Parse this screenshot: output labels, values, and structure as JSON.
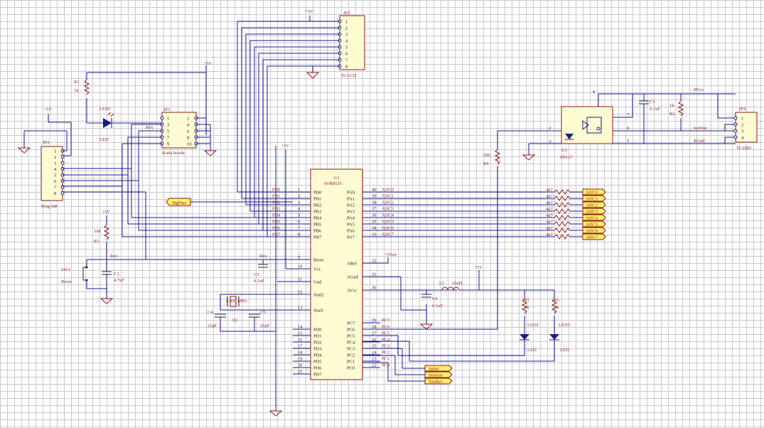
{
  "power_label": "+5V",
  "jp2": {
    "ref": "JP2",
    "name": "To LCD",
    "pins": [
      "1",
      "2",
      "3",
      "4",
      "5",
      "6",
      "7",
      "8"
    ]
  },
  "jp1": {
    "ref": "JP1",
    "name": "Koda booda",
    "left_pins": [
      "1",
      "3",
      "5",
      "7",
      "9"
    ],
    "right_pins": [
      "2",
      "4",
      "6",
      "8",
      "10"
    ],
    "net": "Rex"
  },
  "jp3": {
    "ref": "JP3",
    "name": "Prog ISP",
    "pins": [
      "1",
      "2",
      "3",
      "4",
      "5",
      "6",
      "7",
      "8"
    ]
  },
  "jp4": {
    "ref": "JP4",
    "name": "To DB9",
    "pins": [
      "1",
      "2",
      "3",
      "4"
    ]
  },
  "r1": {
    "ref": "R1",
    "value": "1k"
  },
  "led1": {
    "ref": "LED1",
    "name": "LED"
  },
  "r2": {
    "ref": "R2",
    "value": "1k"
  },
  "r3": {
    "ref": "R3",
    "value": "10k"
  },
  "r4": {
    "ref": "R4",
    "value": "390"
  },
  "r5": {
    "ref": "R5",
    "value": "1k"
  },
  "r6": {
    "ref": "R6",
    "value": "1k"
  },
  "led2": {
    "ref": "LED2",
    "name": "LED"
  },
  "led3": {
    "ref": "LED3",
    "name": "LED"
  },
  "c1": {
    "ref": "C1",
    "value": "0.1uF"
  },
  "c2": {
    "ref": "C2",
    "value": "4.7uF"
  },
  "c3": {
    "ref": "C3",
    "value": "0.1uF"
  },
  "c4": {
    "ref": "C4",
    "value": "22pF"
  },
  "c5": {
    "ref": "C5",
    "value": "22pF"
  },
  "c6": {
    "ref": "C6",
    "value": "0.1uF"
  },
  "l1": {
    "ref": "L1",
    "value": "10uH"
  },
  "q1": {
    "ref": "Q1",
    "value": "8.000 MHz"
  },
  "sw1": {
    "ref": "SW1",
    "name": "Reset"
  },
  "u2": {
    "ref": "U2",
    "name": "6N137",
    "pins": [
      "8",
      "7",
      "6",
      "5",
      "2",
      "3"
    ],
    "nets": [
      "RVcc",
      "SerOut",
      "RGnd"
    ]
  },
  "u1": {
    "ref": "U1",
    "name": "AVR8535",
    "left": [
      {
        "num": "1",
        "pin": "PB0",
        "net": "PB0"
      },
      {
        "num": "2",
        "pin": "PB1",
        "net": "PB1"
      },
      {
        "num": "3",
        "pin": "PB2",
        "net": "PB2"
      },
      {
        "num": "4",
        "pin": "PB3",
        "net": "PB3"
      },
      {
        "num": "5",
        "pin": "PB4",
        "net": "PB4"
      },
      {
        "num": "6",
        "pin": "PB5",
        "net": "PB5"
      },
      {
        "num": "7",
        "pin": "PB6",
        "net": "PB6"
      },
      {
        "num": "8",
        "pin": "PB7",
        "net": "PB7"
      },
      {
        "num": "9",
        "pin": "Reset",
        "net": "Rex"
      },
      {
        "num": "10",
        "pin": "Vcc",
        "net": ""
      },
      {
        "num": "11",
        "pin": "Gnd",
        "net": ""
      },
      {
        "num": "12",
        "pin": "Xtal2",
        "net": ""
      },
      {
        "num": "13",
        "pin": "Xtal1",
        "net": ""
      },
      {
        "num": "14",
        "pin": "PD0",
        "net": ""
      },
      {
        "num": "15",
        "pin": "PD1",
        "net": ""
      },
      {
        "num": "16",
        "pin": "PD2",
        "net": ""
      },
      {
        "num": "17",
        "pin": "PD3",
        "net": ""
      },
      {
        "num": "18",
        "pin": "PD4",
        "net": ""
      },
      {
        "num": "19",
        "pin": "PD5",
        "net": ""
      },
      {
        "num": "20",
        "pin": "PD6",
        "net": ""
      },
      {
        "num": "21",
        "pin": "PD7",
        "net": ""
      }
    ],
    "right": [
      {
        "num": "40",
        "pin": "PA0",
        "net": "ADC0"
      },
      {
        "num": "39",
        "pin": "PA1",
        "net": "ADC1"
      },
      {
        "num": "38",
        "pin": "PA2",
        "net": "ADC2"
      },
      {
        "num": "37",
        "pin": "PA3",
        "net": "ADC3"
      },
      {
        "num": "36",
        "pin": "PA4",
        "net": "ADC4"
      },
      {
        "num": "35",
        "pin": "PA5",
        "net": "ADC5"
      },
      {
        "num": "34",
        "pin": "PA6",
        "net": "ADC6"
      },
      {
        "num": "33",
        "pin": "PA7",
        "net": "ADC7"
      },
      {
        "num": "32",
        "pin": "ARef",
        "net": ""
      },
      {
        "num": "31",
        "pin": "AGnd",
        "net": ""
      },
      {
        "num": "30",
        "pin": "AVcc",
        "net": ""
      },
      {
        "num": "29",
        "pin": "PC7",
        "net": "PC7"
      },
      {
        "num": "28",
        "pin": "PC6",
        "net": "PC6"
      },
      {
        "num": "27",
        "pin": "PC5",
        "net": "PC5"
      },
      {
        "num": "26",
        "pin": "PC4",
        "net": "PC4"
      },
      {
        "num": "25",
        "pin": "PC3",
        "net": "PC3"
      },
      {
        "num": "24",
        "pin": "PC2",
        "net": "PC2"
      },
      {
        "num": "23",
        "pin": "PC1",
        "net": "PC1"
      },
      {
        "num": "22",
        "pin": "PC0",
        "net": "PC0"
      }
    ]
  },
  "aref_label": "+5Vref",
  "adc_resistor_value": "4k7",
  "adc_tags": [
    "ADC0",
    "ADC1",
    "ADC2",
    "ADC3",
    "ADC4",
    "ADC5",
    "ADC6",
    "ADC7"
  ],
  "sigpass_tag": "SigPass",
  "bottom_tags": [
    "Splus",
    "Smmus",
    "TauRes"
  ],
  "net_rvcc": "RVcc",
  "net_serout": "SerOut",
  "net_rgnd": "RGnd",
  "net_rex": "Rex"
}
